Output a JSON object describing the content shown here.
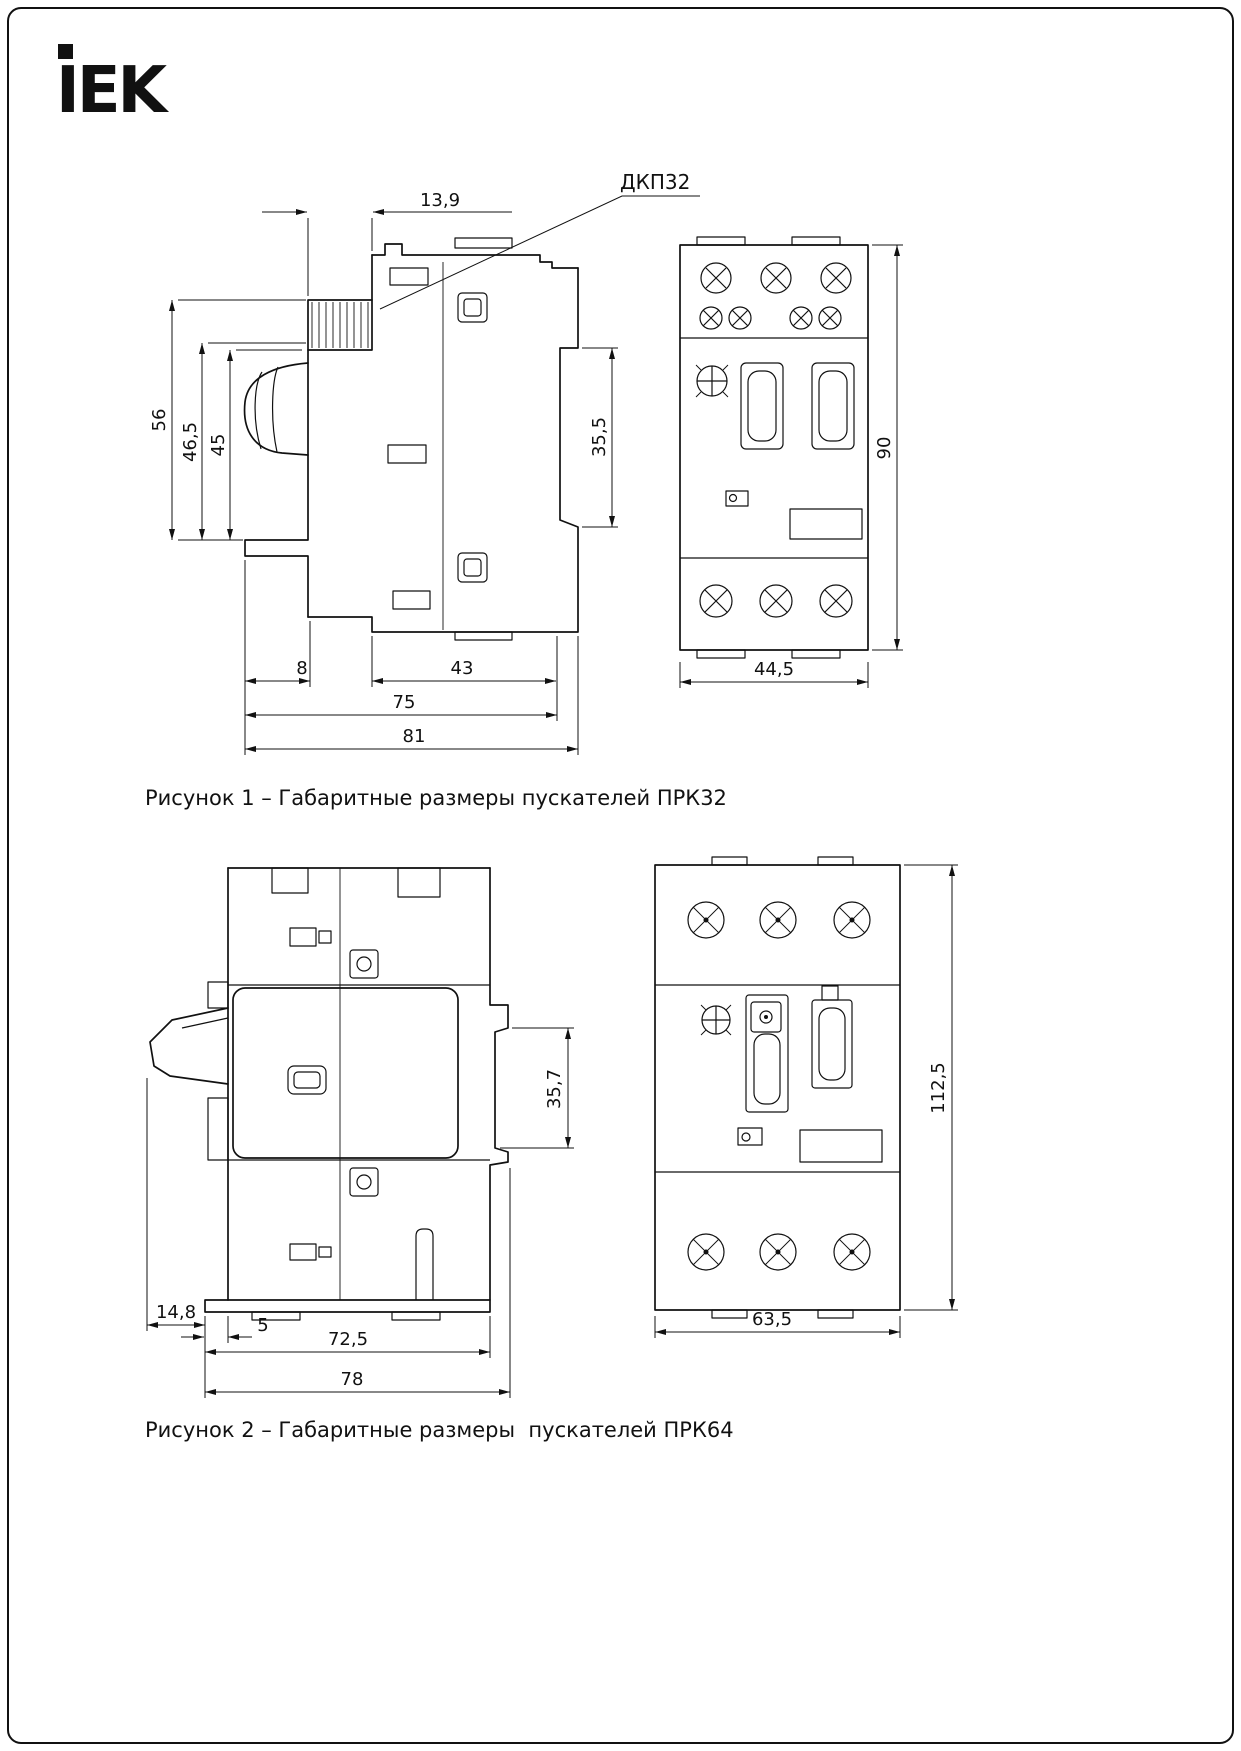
{
  "brand": {
    "logo": "IEK"
  },
  "figure1": {
    "caption": "Рисунок 1 – Габаритные размеры пускателей ПРК32",
    "callout_label": "ДКП32",
    "side_view": {
      "dim_top_width": "13,9",
      "dim_height_total": "56",
      "dim_height_46": "46,5",
      "dim_height_45": "45",
      "dim_din_height": "35,5",
      "dim_offset": "8",
      "dim_width_43": "43",
      "dim_width_75": "75",
      "dim_width_total": "81"
    },
    "front_view": {
      "dim_height": "90",
      "dim_width": "44,5"
    }
  },
  "figure2": {
    "caption": "Рисунок 2 – Габаритные размеры  пускателей ПРК64",
    "side_view": {
      "dim_din_height": "35,7",
      "dim_offset_left": "14,8",
      "dim_offset_5": "5",
      "dim_width_72": "72,5",
      "dim_width_total": "78"
    },
    "front_view": {
      "dim_height": "112,5",
      "dim_width": "63,5"
    }
  }
}
